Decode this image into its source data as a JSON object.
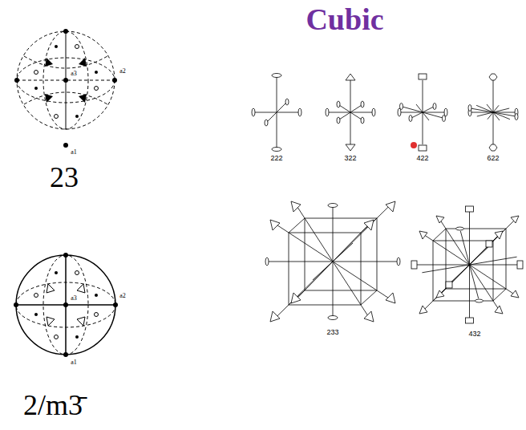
{
  "diagram": {
    "title": "Cubic",
    "labels": [
      "23",
      "2/m3̄",
      "222",
      "322",
      "422",
      "622",
      "233",
      "432",
      "a2",
      "a1",
      "a3",
      "a2",
      "a1",
      "a3"
    ]
  }
}
